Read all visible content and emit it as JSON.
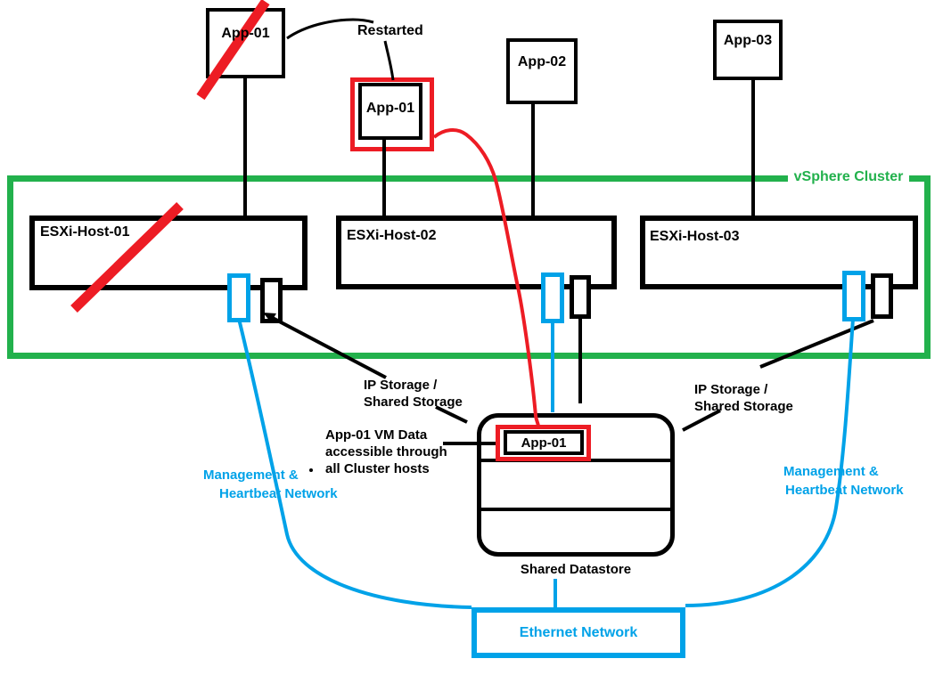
{
  "colors": {
    "cluster_green": "#22B14C",
    "failure_red": "#ED1C24",
    "network_blue": "#00A2E8",
    "line_black": "#000000"
  },
  "vms": {
    "failed": {
      "label": "App-01"
    },
    "restarted": {
      "label": "App-01"
    },
    "app02": {
      "label": "App-02"
    },
    "app03": {
      "label": "App-03"
    }
  },
  "cluster": {
    "label": "vSphere Cluster",
    "hosts": [
      {
        "label": "ESXi-Host-01"
      },
      {
        "label": "ESXi-Host-02"
      },
      {
        "label": "ESXi-Host-03"
      }
    ]
  },
  "annotations": {
    "restarted": "Restarted",
    "ip_storage_left": {
      "line1": "IP Storage /",
      "line2": "Shared Storage"
    },
    "ip_storage_right": {
      "line1": "IP Storage /",
      "line2": "Shared Storage"
    },
    "vm_data_note": {
      "line1": "App-01 VM Data",
      "line2": "accessible through",
      "line3": "all Cluster hosts"
    },
    "mgmt_left": {
      "line1": "Management &",
      "line2": "Heartbeat Network"
    },
    "mgmt_right": {
      "line1": "Management &",
      "line2": "Heartbeat Network"
    }
  },
  "datastore": {
    "vm_label": "App-01",
    "label": "Shared Datastore"
  },
  "ethernet": {
    "label": "Ethernet Network"
  }
}
